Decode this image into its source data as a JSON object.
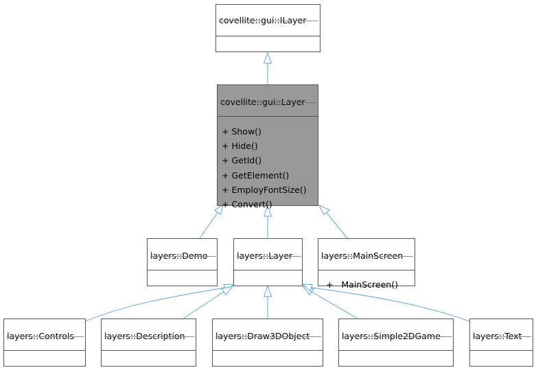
{
  "diagram": {
    "classes": {
      "ilayer": {
        "name": "covellite::gui::ILayer"
      },
      "gui_layer": {
        "name": "covellite::gui::Layer",
        "methods": [
          "+ Show()",
          "+ Hide()",
          "+ GetId()",
          "+ GetElement()",
          "+ EmployFontSize()",
          "+ Convert()"
        ]
      },
      "demo": {
        "name": "layers::Demo"
      },
      "layers_layer": {
        "name": "layers::Layer"
      },
      "mainscreen": {
        "name": "layers::MainScreen",
        "methods": [
          "+   MainScreen()"
        ]
      },
      "controls": {
        "name": "layers::Controls"
      },
      "description": {
        "name": "layers::Description"
      },
      "draw3d": {
        "name": "layers::Draw3DObject"
      },
      "simple2d": {
        "name": "layers::Simple2DGame"
      },
      "text": {
        "name": "layers::Text"
      }
    },
    "colors": {
      "arrow": "#5fa8d8",
      "border": "#555555",
      "focus_fill": "#999999"
    }
  }
}
